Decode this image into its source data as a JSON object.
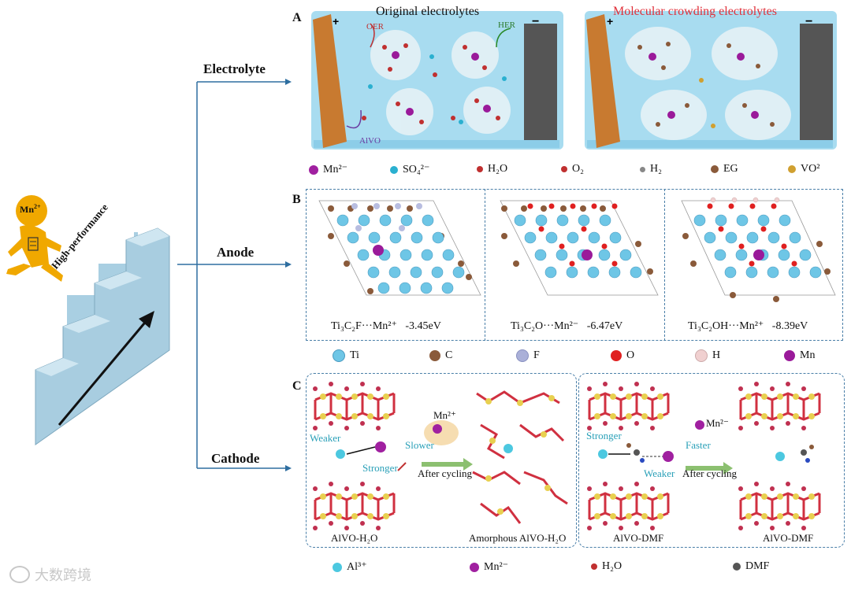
{
  "left": {
    "mn_label": "Mn",
    "mn_sup": "2+",
    "stairs_text": "High-performance"
  },
  "branches": {
    "electrolyte": "Electrolyte",
    "anode": "Anode",
    "cathode": "Cathode"
  },
  "panelA": {
    "letter": "A",
    "left_title": "Original electrolytes",
    "right_title": "Molecular crowding electrolytes",
    "oer": "OER",
    "her": "HER",
    "alvo": "AlVO",
    "plus": "+",
    "minus": "−",
    "legend": [
      {
        "label": "Mn²⁻",
        "color": "#a020a0"
      },
      {
        "label": "SO₄²⁻",
        "color": "#2ab0d0"
      },
      {
        "label": "H₂O",
        "color": "#c03030"
      },
      {
        "label": "O₂",
        "color": "#c03030"
      },
      {
        "label": "H₂",
        "color": "#888888"
      },
      {
        "label": "EG",
        "color": "#8a5a3a"
      },
      {
        "label": "VO²",
        "color": "#d0a030"
      }
    ]
  },
  "panelB": {
    "letter": "B",
    "captions": [
      {
        "formula": "Ti₃C₂F···Mn²⁺",
        "energy": "-3.45eV"
      },
      {
        "formula": "Ti₃C₂O···Mn²⁻",
        "energy": "-6.47eV"
      },
      {
        "formula": "Ti₃C₂OH···Mn²⁺",
        "energy": "-8.39eV"
      }
    ],
    "legend": [
      {
        "label": "Ti",
        "color": "#6ec6e6"
      },
      {
        "label": "C",
        "color": "#8a5a3a"
      },
      {
        "label": "F",
        "color": "#aab0d8"
      },
      {
        "label": "O",
        "color": "#e02020"
      },
      {
        "label": "H",
        "color": "#f0d0d0"
      },
      {
        "label": "Mn",
        "color": "#9a1a9a"
      }
    ]
  },
  "panelC": {
    "letter": "C",
    "mn_left": "Mn²⁺",
    "weaker_left": "Weaker",
    "stronger_left": "Stronger",
    "slower": "Slower",
    "after_cycling_left": "After cycling",
    "stronger_right": "Stronger",
    "weaker_right": "Weaker",
    "faster": "Faster",
    "mn_right": "Mn²⁻",
    "after_cycling_right": "After cycling",
    "labels": [
      "AlVO-H₂O",
      "Amorphous AlVO-H₂O",
      "AlVO-DMF",
      "AlVO-DMF"
    ],
    "legend": [
      {
        "label": "Al³⁺",
        "color": "#4cc8e0"
      },
      {
        "label": "Mn²⁻",
        "color": "#a020a0"
      },
      {
        "label": "H₂O",
        "color": "#c03030"
      },
      {
        "label": "DMF",
        "color": "#555555"
      }
    ]
  },
  "watermark": "大数跨境"
}
